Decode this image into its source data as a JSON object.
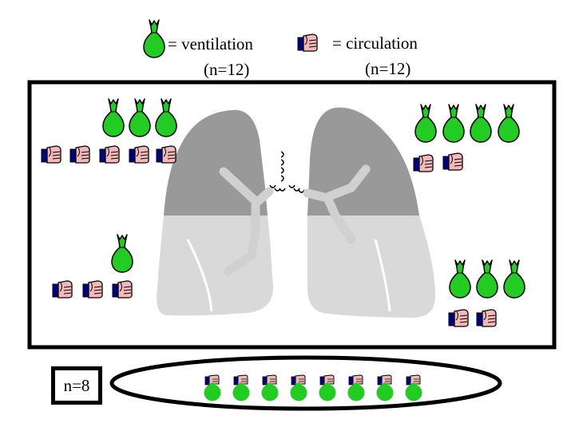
{
  "legend": {
    "ventilation": {
      "label": "= ventilation",
      "n": "(n=12)",
      "icon": "green-balloon-icon"
    },
    "circulation": {
      "label": "= circulation",
      "n": "(n=12)",
      "icon": "hand-icon"
    }
  },
  "counts": {
    "label": "n=8"
  },
  "colors": {
    "ventilation": "#22cc22",
    "hand_skin": "#f4b8b8",
    "cuff": "#000080",
    "lung_dark": "#999999",
    "lung_light": "#d9d9d9"
  }
}
